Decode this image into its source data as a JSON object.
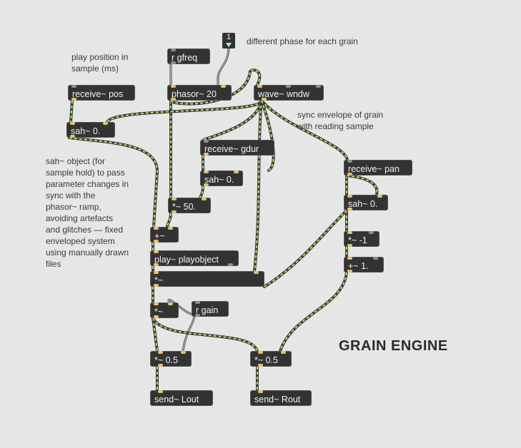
{
  "objects": {
    "receive_pos": "receive~ pos",
    "sah_pos": "sah~ 0.",
    "r_gfreq": "r gfreq",
    "phasor": "phasor~ 20",
    "wave": "wave~ wndw",
    "receive_gdur": "receive~ gdur",
    "sah_gdur": "sah~ 0.",
    "mul50": "*~ 50.",
    "plus": "+~",
    "play": "play~ playobject",
    "mul_env": "*~",
    "mul_gain": "*~",
    "r_gain": "r gain",
    "receive_pan": "receive~ pan",
    "sah_pan": "sah~ 0.",
    "mul_neg1": "*~ -1",
    "plus1": "+~ 1.",
    "half_l": "*~ 0.5",
    "half_r": "*~ 0.5",
    "send_l": "send~ Lout",
    "send_r": "send~ Rout"
  },
  "number_box": {
    "value": "1"
  },
  "comments": {
    "phase": "different phase for each grain",
    "play_position": "play position in\nsample (ms)",
    "sync": "sync envelope of grain\nwith reading sample",
    "sah_note": "sah~ object (for\nsample hold) to pass\nparameter changes in\nsync with the\nphasor~ ramp,\navoiding artefacts\nand glitches — fixed\nenveloped system\nusing manually drawn\nfiles"
  },
  "title": "GRAIN ENGINE",
  "colors": {
    "background": "#e6e6e6",
    "object_fill": "#333333",
    "signal_cable": "#b8dc6a",
    "control_cable": "#9a9a9a",
    "inlet": "#e8c26a"
  }
}
